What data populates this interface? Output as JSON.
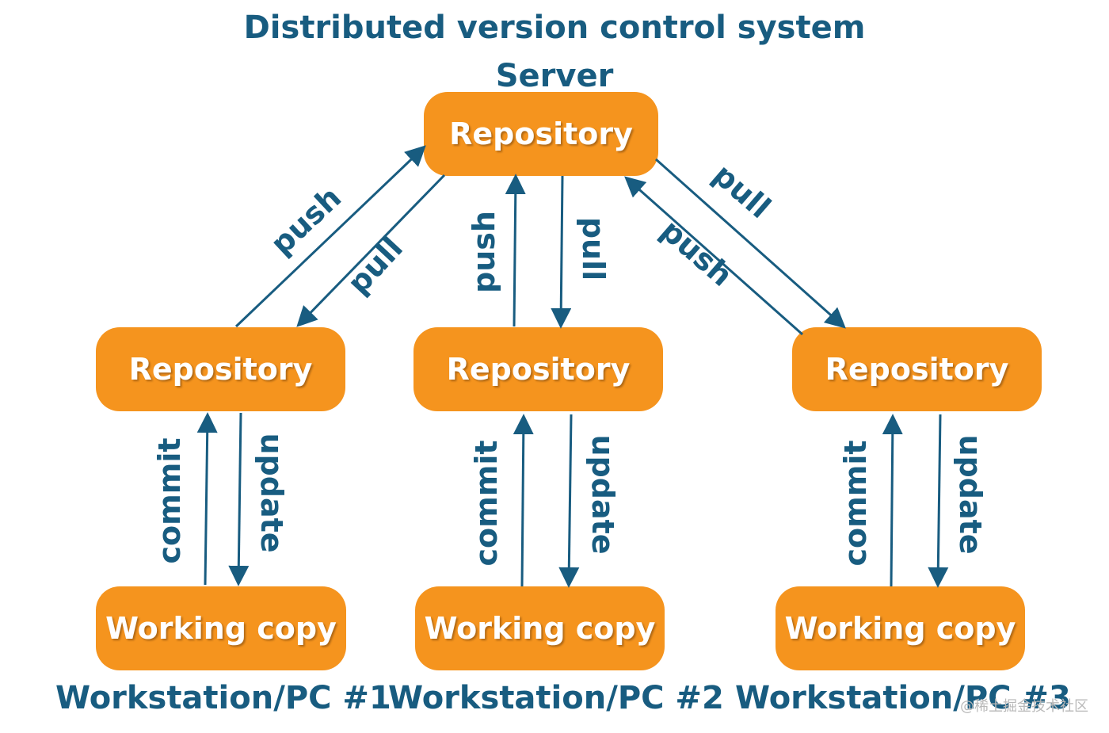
{
  "title": "Distributed version control system",
  "server_label": "Server",
  "colors": {
    "box_fill": "#f5941e",
    "box_text": "#ffffff",
    "label_text": "#185c80",
    "arrow": "#185c80"
  },
  "server_repo": {
    "label": "Repository"
  },
  "workstations": [
    {
      "label": "Workstation/PC #1",
      "repo": "Repository",
      "working_copy": "Working copy",
      "commit": "commit",
      "update": "update"
    },
    {
      "label": "Workstation/PC #2",
      "repo": "Repository",
      "working_copy": "Working copy",
      "commit": "commit",
      "update": "update"
    },
    {
      "label": "Workstation/PC #3",
      "repo": "Repository",
      "working_copy": "Working copy",
      "commit": "commit",
      "update": "update"
    }
  ],
  "sync_labels": {
    "ws1_push": "push",
    "ws1_pull": "pull",
    "ws2_push": "push",
    "ws2_pull": "pull",
    "ws3_pull": "pull",
    "ws3_push": "push"
  },
  "watermark": "@稀土掘金技术社区"
}
